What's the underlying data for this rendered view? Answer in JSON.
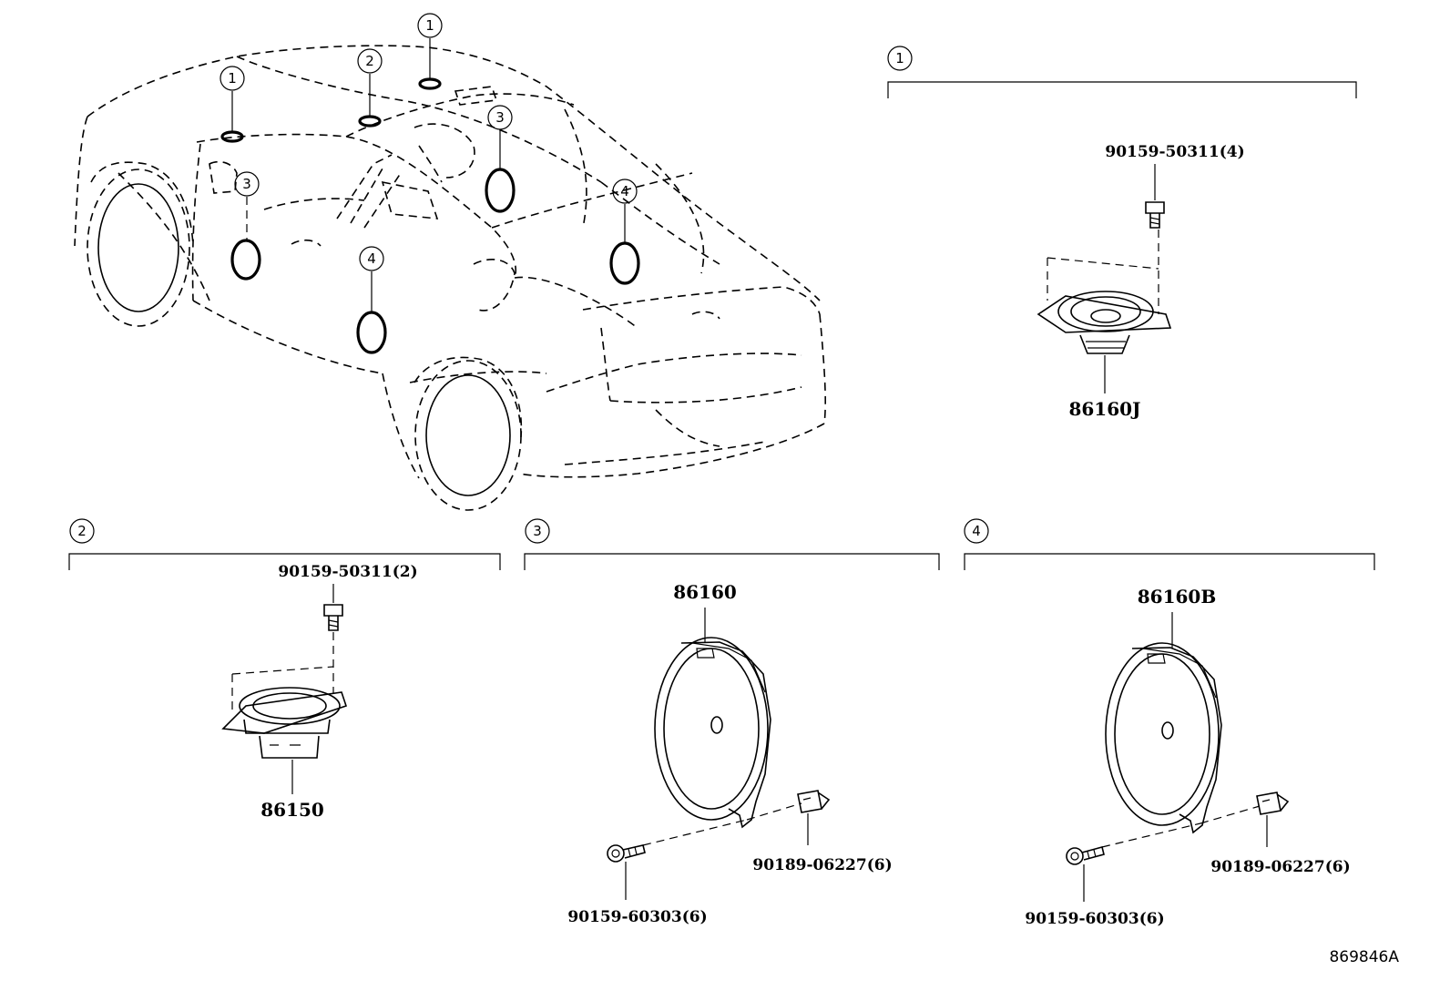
{
  "callouts": {
    "c1": "1",
    "c2": "2",
    "c3": "3",
    "c4": "4"
  },
  "parts": {
    "tweeter_front_screw": "90159-50311(4)",
    "tweeter_front": "86160J",
    "center_screw": "90159-50311(2)",
    "center_speaker": "86150",
    "front_door_speaker": "86160",
    "rear_door_speaker": "86160B",
    "door_nut_front": "90189-06227(6)",
    "door_bolt_front": "90159-60303(6)",
    "door_nut_rear": "90189-06227(6)",
    "door_bolt_rear": "90159-60303(6)"
  },
  "illustration_id": "869846A"
}
